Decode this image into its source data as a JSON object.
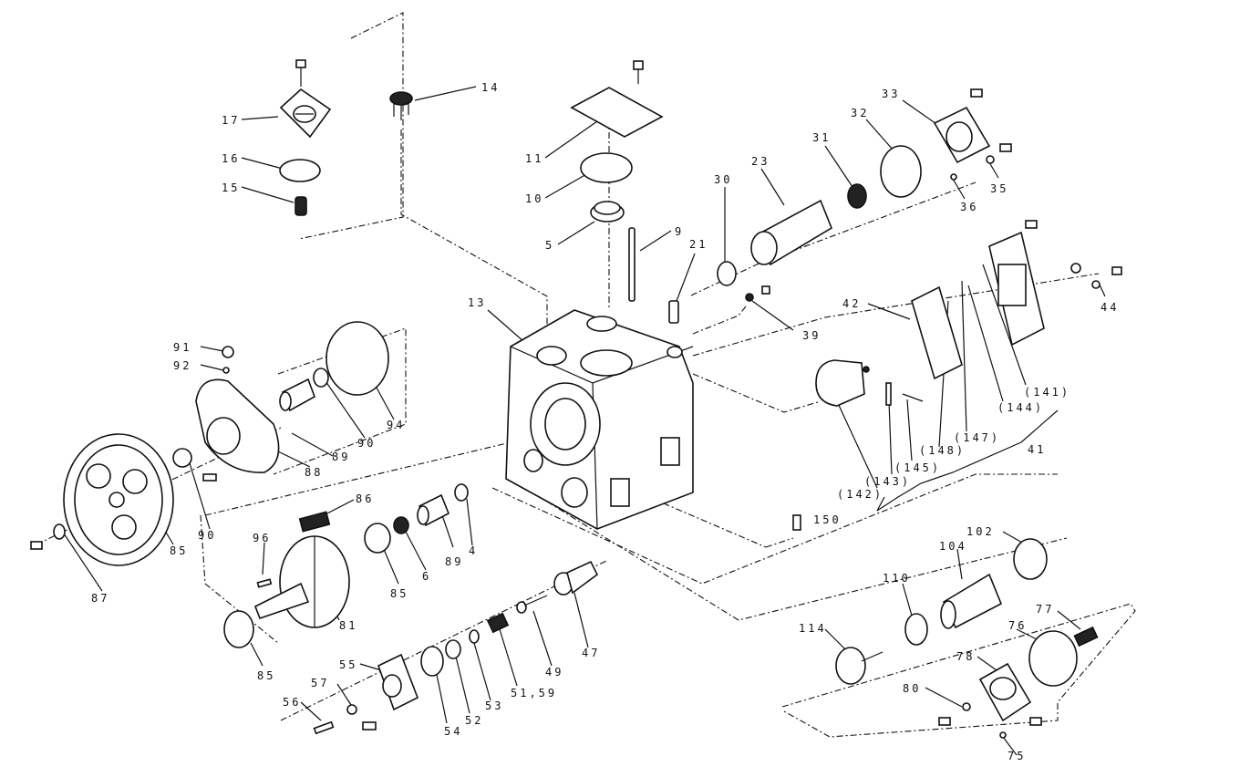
{
  "callouts": {
    "c14": "14",
    "c17": "17",
    "c16": "16",
    "c15": "15",
    "c11": "11",
    "c10": "10",
    "c5": "5",
    "c9": "9",
    "c21": "21",
    "c13": "13",
    "c30": "30",
    "c23": "23",
    "c31": "31",
    "c32": "32",
    "c33": "33",
    "c35": "35",
    "c36": "36",
    "c39": "39",
    "c42": "42",
    "c44": "44",
    "c141": "(141)",
    "c144": "(144)",
    "c147": "(147)",
    "c148": "(148)",
    "c41": "41",
    "c145": "(145)",
    "c143": "(143)",
    "c142": "(142)",
    "c150": "150",
    "c91": "91",
    "c92": "92",
    "c94": "94",
    "c90a": "90",
    "c89a": "89",
    "c88": "88",
    "c90b": "90",
    "c85a": "85",
    "c87": "87",
    "c86": "86",
    "c96": "96",
    "c85b": "85",
    "c6": "6",
    "c89b": "89",
    "c4": "4",
    "c81": "81",
    "c85c": "85",
    "c55": "55",
    "c57": "57",
    "c56": "56",
    "c54": "54",
    "c52": "52",
    "c53": "53",
    "c5159": "51,59",
    "c49": "49",
    "c47": "47",
    "c102": "102",
    "c104": "104",
    "c110": "110",
    "c114": "114",
    "c77": "77",
    "c76": "76",
    "c78": "78",
    "c80": "80",
    "c75": "75"
  }
}
